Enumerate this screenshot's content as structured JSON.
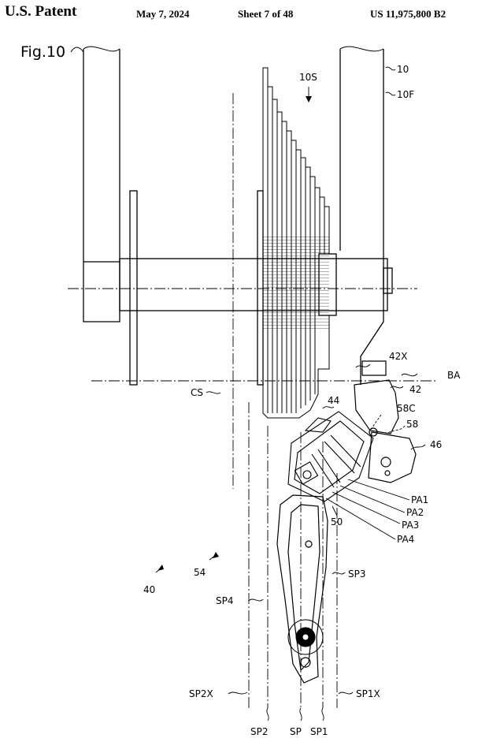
{
  "header": {
    "patent_label": "U.S. Patent",
    "date": "May 7, 2024",
    "sheet": "Sheet 7 of 48",
    "patent_number": "US 11,975,800 B2"
  },
  "figure": {
    "title": "Fig.10",
    "refs": {
      "r10": "10",
      "r10F": "10F",
      "r10S": "10S",
      "r42X": "42X",
      "rBA": "BA",
      "r42": "42",
      "rCS": "CS",
      "r44": "44",
      "r58C": "58C",
      "r58": "58",
      "r46": "46",
      "rPA1": "PA1",
      "rPA2": "PA2",
      "rPA3": "PA3",
      "rPA4": "PA4",
      "r50": "50",
      "r54": "54",
      "r40": "40",
      "rSP3": "SP3",
      "rSP4": "SP4",
      "rSP2X": "SP2X",
      "rSP1X": "SP1X",
      "rSP2": "SP2",
      "rSP": "SP",
      "rSP1": "SP1"
    }
  }
}
